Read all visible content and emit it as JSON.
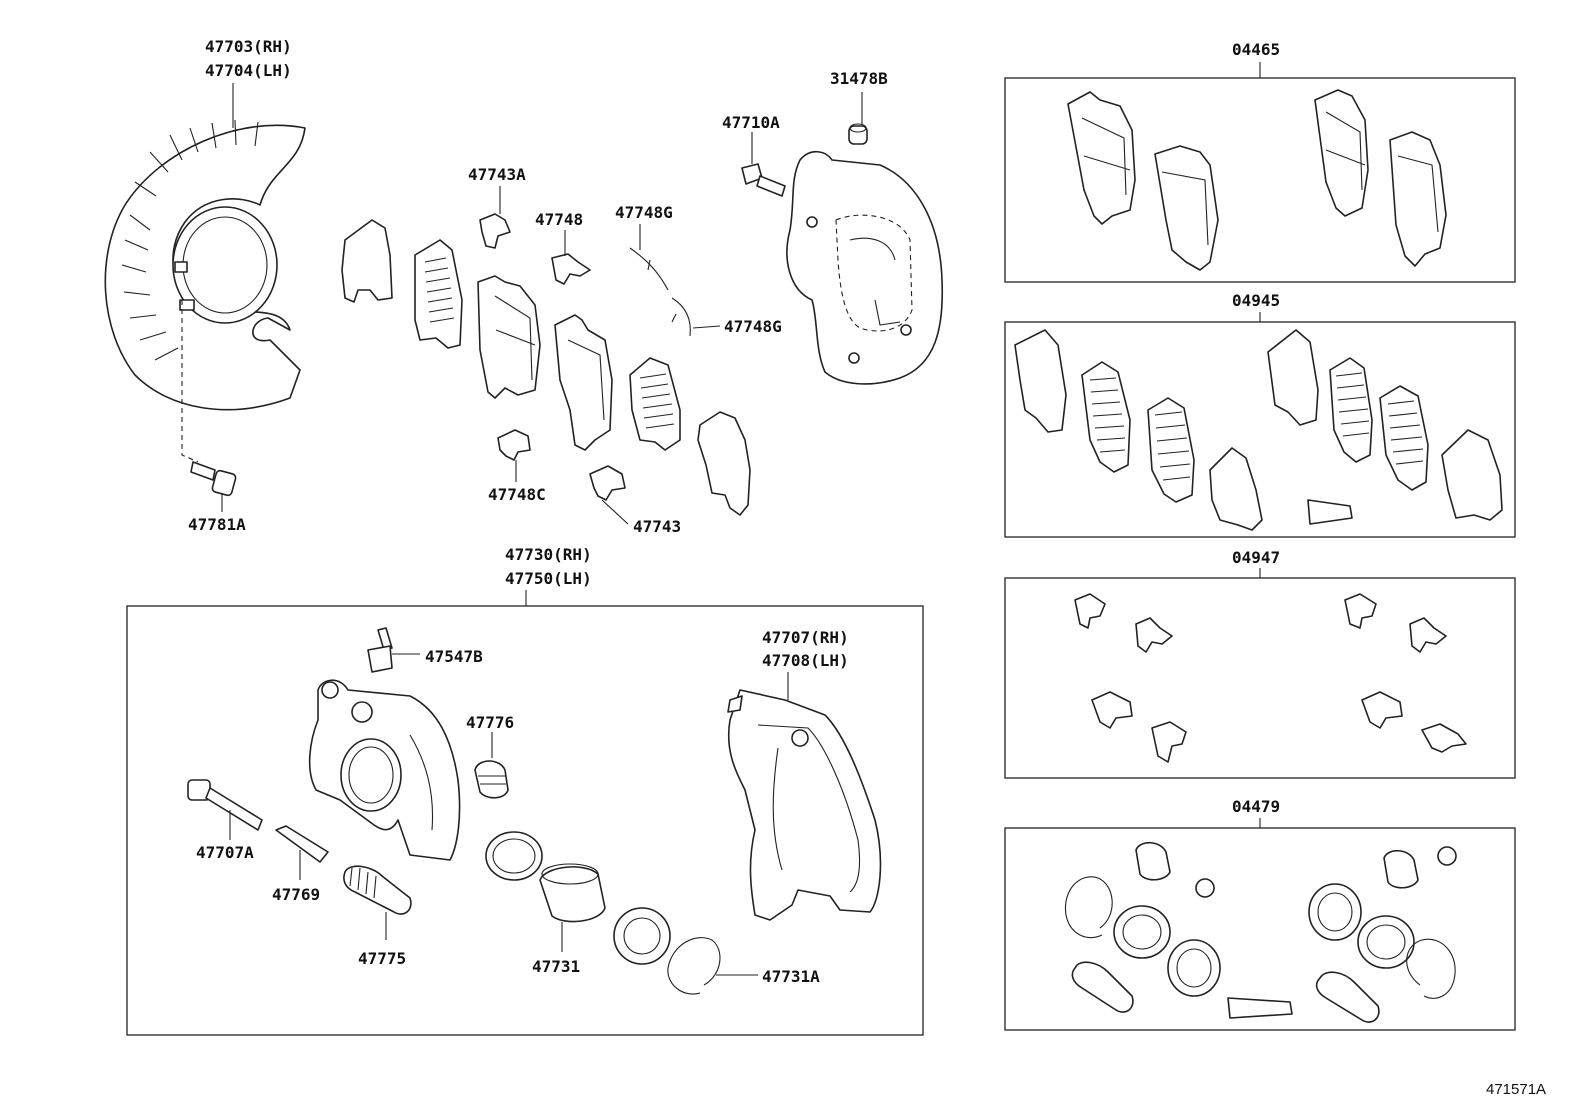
{
  "figure_id": "471571A",
  "callouts": {
    "p47703": "47703(RH)",
    "p47704": "47704(LH)",
    "p31478B": "31478B",
    "p47710A": "47710A",
    "p47743A": "47743A",
    "p47748": "47748",
    "p47748G_1": "47748G",
    "p47748G_2": "47748G",
    "p47748C": "47748C",
    "p47743": "47743",
    "p47781A": "47781A",
    "p47730": "47730(RH)",
    "p47750": "47750(LH)",
    "p47547B": "47547B",
    "p47707": "47707(RH)",
    "p47708": "47708(LH)",
    "p47776": "47776",
    "p47707A": "47707A",
    "p47769": "47769",
    "p47775": "47775",
    "p47731": "47731",
    "p47731A": "47731A"
  },
  "kits": {
    "k04465": "04465",
    "k04945": "04945",
    "k04947": "04947",
    "k04479": "04479"
  }
}
